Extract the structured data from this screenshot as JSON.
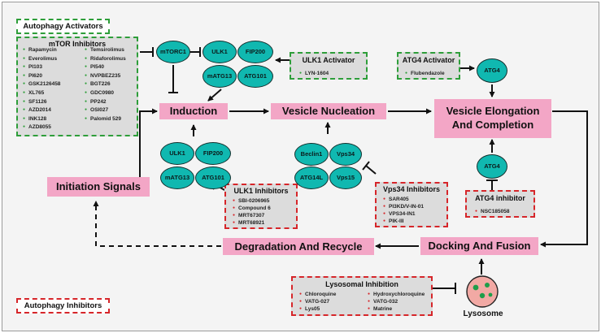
{
  "legend": {
    "activators": "Autophagy Activators",
    "inhibitors": "Autophagy Inhibitors"
  },
  "stages": {
    "induction": "Induction",
    "vesicle_nucleation": "Vesicle Nucleation",
    "vesicle_elongation_line1": "Vesicle Elongation",
    "vesicle_elongation_line2": "And Completion",
    "initiation_signals": "Initiation Signals",
    "degradation": "Degradation And Recycle",
    "docking": "Docking And Fusion"
  },
  "mtor": {
    "title": "mTOR Inhibitors",
    "col1": [
      "Rapamycin",
      "Everolimus",
      "PI103",
      "PI620",
      "GSK2126458",
      "XL765",
      "SF1126",
      "AZD2014",
      "INK128",
      "AZD8055"
    ],
    "col2": [
      "Temsirolimus",
      "Ridaforolimus",
      "PI540",
      "NVPBEZ235",
      "BGT226",
      "GDC0980",
      "PP242",
      "OSI027",
      "Palomid 529"
    ]
  },
  "proteins": {
    "mtorc1": "mTORC1",
    "ulk1_top": "ULK1",
    "fip200_top": "FIP200",
    "matg13_top": "mATG13",
    "atg101_top": "ATG101",
    "ulk1_mid": "ULK1",
    "fip200_mid": "FIP200",
    "matg13_mid": "mATG13",
    "atg101_mid": "ATG101",
    "beclin1": "Beclin1",
    "vps34": "Vps34",
    "atg14l": "ATG14L",
    "vps15": "Vps15",
    "atg4_top": "ATG4",
    "atg4_mid": "ATG4"
  },
  "ulk1_activator": {
    "title": "ULK1 Activator",
    "items": [
      "LYN-1604"
    ]
  },
  "atg4_activator": {
    "title": "ATG4 Activator",
    "items": [
      "Flubendazole"
    ]
  },
  "ulk1_inhibitors": {
    "title": "ULK1 Inhibitors",
    "items": [
      "SBI-0206965",
      "Compound 6",
      "MRT67307",
      "MRT68921"
    ]
  },
  "vps34_inhibitors": {
    "title": "Vps34 Inhibitors",
    "items": [
      "SAR405",
      "PI3KD/V-IN-01",
      "VPS34-IN1",
      "PIK-III"
    ]
  },
  "atg4_inhibitor": {
    "title": "ATG4 inhibitor",
    "items": [
      "NSC185058"
    ]
  },
  "lysosomal": {
    "title": "Lysosomal Inhibition",
    "col1": [
      "Chloroquine",
      "VATG-027",
      "Lys05"
    ],
    "col2": [
      "Hydroxychloroquine",
      "VATG-032",
      "Matrine"
    ]
  },
  "lysosome_label": "Lysosome",
  "colors": {
    "activator": "#2e9e3a",
    "inhibitor": "#d6262a",
    "stage": "#f3a6c6",
    "protein": "#10b8b0",
    "panel": "#dcdcdc"
  }
}
